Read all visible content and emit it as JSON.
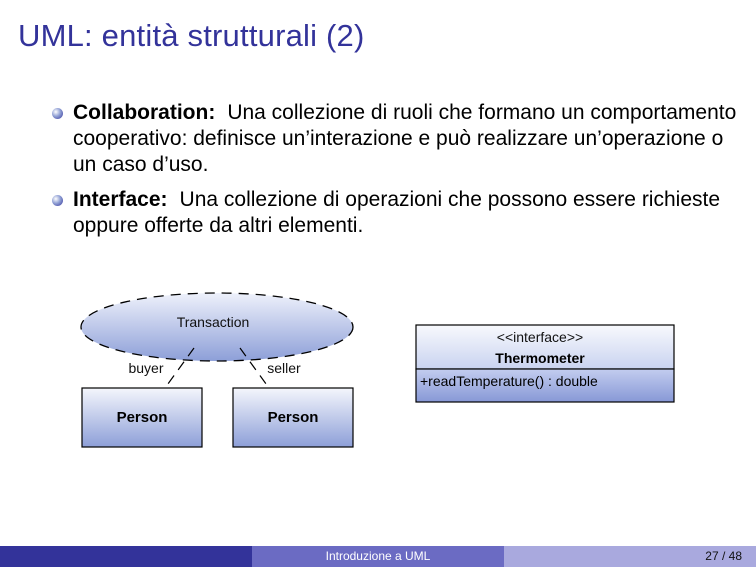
{
  "title": "UML: entità strutturali (2)",
  "bullets": [
    {
      "term": "Collaboration:",
      "text": "Una collezione di ruoli che formano un comportamento cooperativo: definisce un’interazione e può realizzare un’operazione o un caso d’uso."
    },
    {
      "term": "Interface:",
      "text": "Una collezione di operazioni che possono essere richieste oppure offerte da altri elementi."
    }
  ],
  "collaboration_diagram": {
    "collaboration_name": "Transaction",
    "role_left": "buyer",
    "role_right": "seller",
    "class_left": "Person",
    "class_right": "Person"
  },
  "interface_diagram": {
    "stereotype": "<<interface>>",
    "name": "Thermometer",
    "operation": "+readTemperature() : double"
  },
  "footer": {
    "center": "Introduzione a UML",
    "pages": "27 / 48"
  },
  "colors": {
    "title": "#33339a",
    "footer_dark": "#33339a",
    "footer_mid": "#6b6bc3",
    "footer_light": "#a9a9de"
  }
}
